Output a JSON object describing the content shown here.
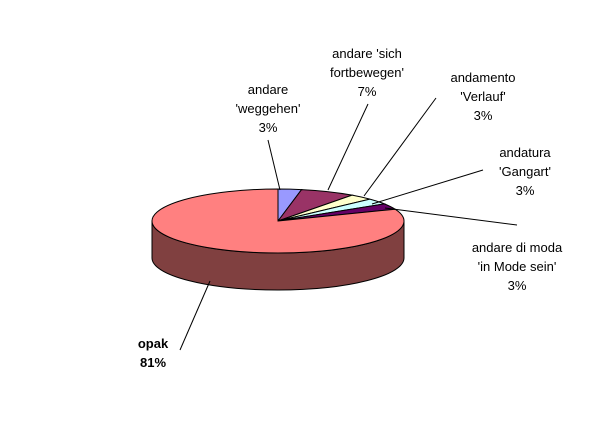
{
  "chart_data": {
    "type": "pie",
    "title": "",
    "style": "3d",
    "slices": [
      {
        "label_lines": [
          "andare",
          "'weggehen'"
        ],
        "value_label": "3%",
        "value": 3,
        "color": "#9999ff",
        "side_color": "#4d4d80"
      },
      {
        "label_lines": [
          "andare 'sich",
          "fortbewegen'"
        ],
        "value_label": "7%",
        "value": 7,
        "color": "#993366",
        "side_color": "#4d1a33"
      },
      {
        "label_lines": [
          "andamento",
          "'Verlauf'"
        ],
        "value_label": "3%",
        "value": 3,
        "color": "#ffffcc",
        "side_color": "#808066"
      },
      {
        "label_lines": [
          "andatura",
          "'Gangart'"
        ],
        "value_label": "3%",
        "value": 3,
        "color": "#ccffff",
        "side_color": "#668080"
      },
      {
        "label_lines": [
          "andare di moda",
          "'in Mode sein'"
        ],
        "value_label": "3%",
        "value": 3,
        "color": "#660066",
        "side_color": "#330033"
      },
      {
        "label_lines": [
          "opak"
        ],
        "value_label": "81%",
        "value": 81,
        "color": "#ff8080",
        "side_color": "#804040",
        "bold": true
      }
    ]
  }
}
